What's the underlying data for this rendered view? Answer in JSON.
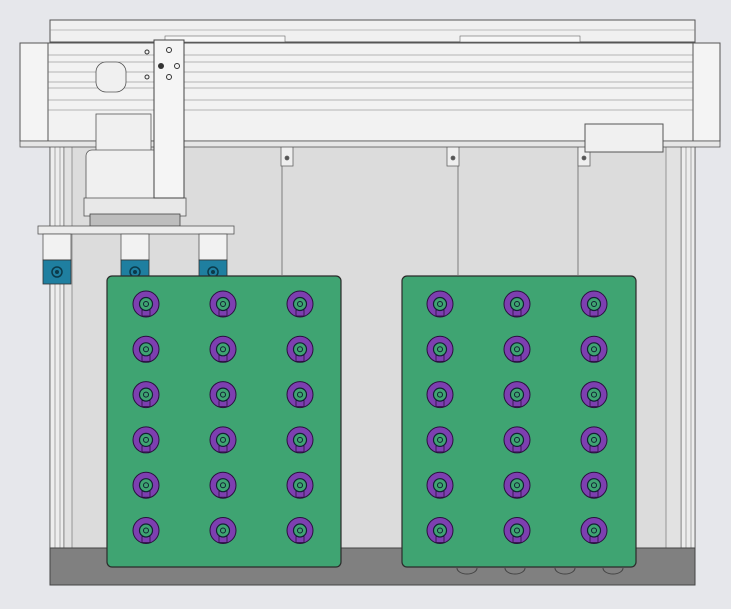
{
  "view": {
    "kind": "technical-drawing",
    "projection": "front"
  },
  "palette": {
    "background": "#e6e7eb",
    "frame": "#f2f2f2",
    "frame_line": "#555555",
    "cabinet_back": "#d9d9d9",
    "base": "#808080",
    "plate": "#3fa472",
    "plate_edge": "#2b2b2b",
    "cap_outer": "#7d3fb0",
    "cap_inner": "#3fa472",
    "tip_block": "#1f7fa0"
  },
  "racks": [
    {
      "name": "left-rack",
      "rows": 6,
      "columns": 3
    },
    {
      "name": "right-rack",
      "rows": 6,
      "columns": 3
    }
  ],
  "gripper": {
    "tip_count": 3,
    "tips_loaded": 3
  }
}
